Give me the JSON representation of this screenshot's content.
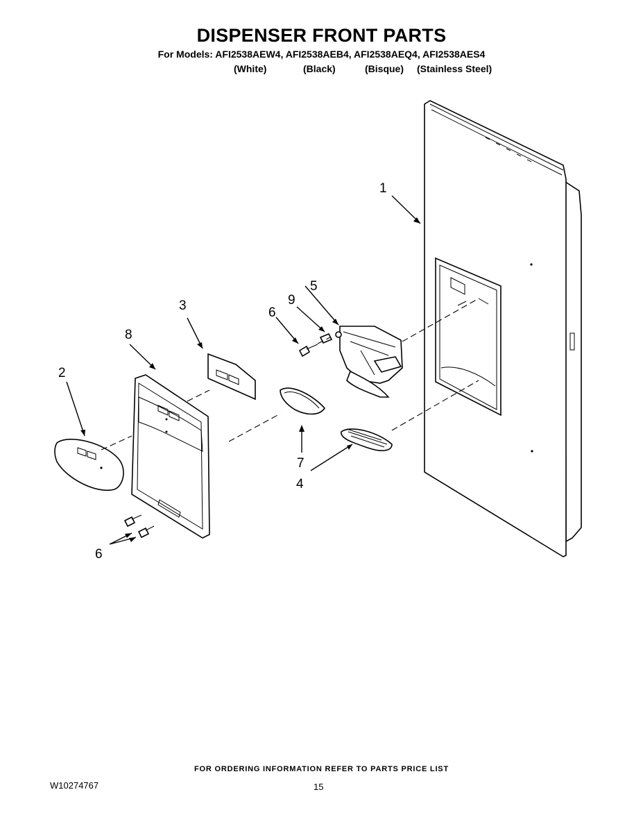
{
  "header": {
    "title": "DISPENSER FRONT PARTS",
    "models_line": "For Models: AFI2538AEW4, AFI2538AEB4, AFI2538AEQ4, AFI2538AES4",
    "variants": [
      "(White)",
      "(Black)",
      "(Bisque)",
      "(Stainless Steel)"
    ]
  },
  "callouts": {
    "c1": "1",
    "c2": "2",
    "c3": "3",
    "c4": "4",
    "c5": "5",
    "c6a": "6",
    "c6b": "6",
    "c7": "7",
    "c8": "8",
    "c9": "9"
  },
  "footer": {
    "note": "FOR ORDERING INFORMATION REFER TO PARTS PRICE LIST",
    "doc_number": "W10274767",
    "page_number": "15"
  }
}
